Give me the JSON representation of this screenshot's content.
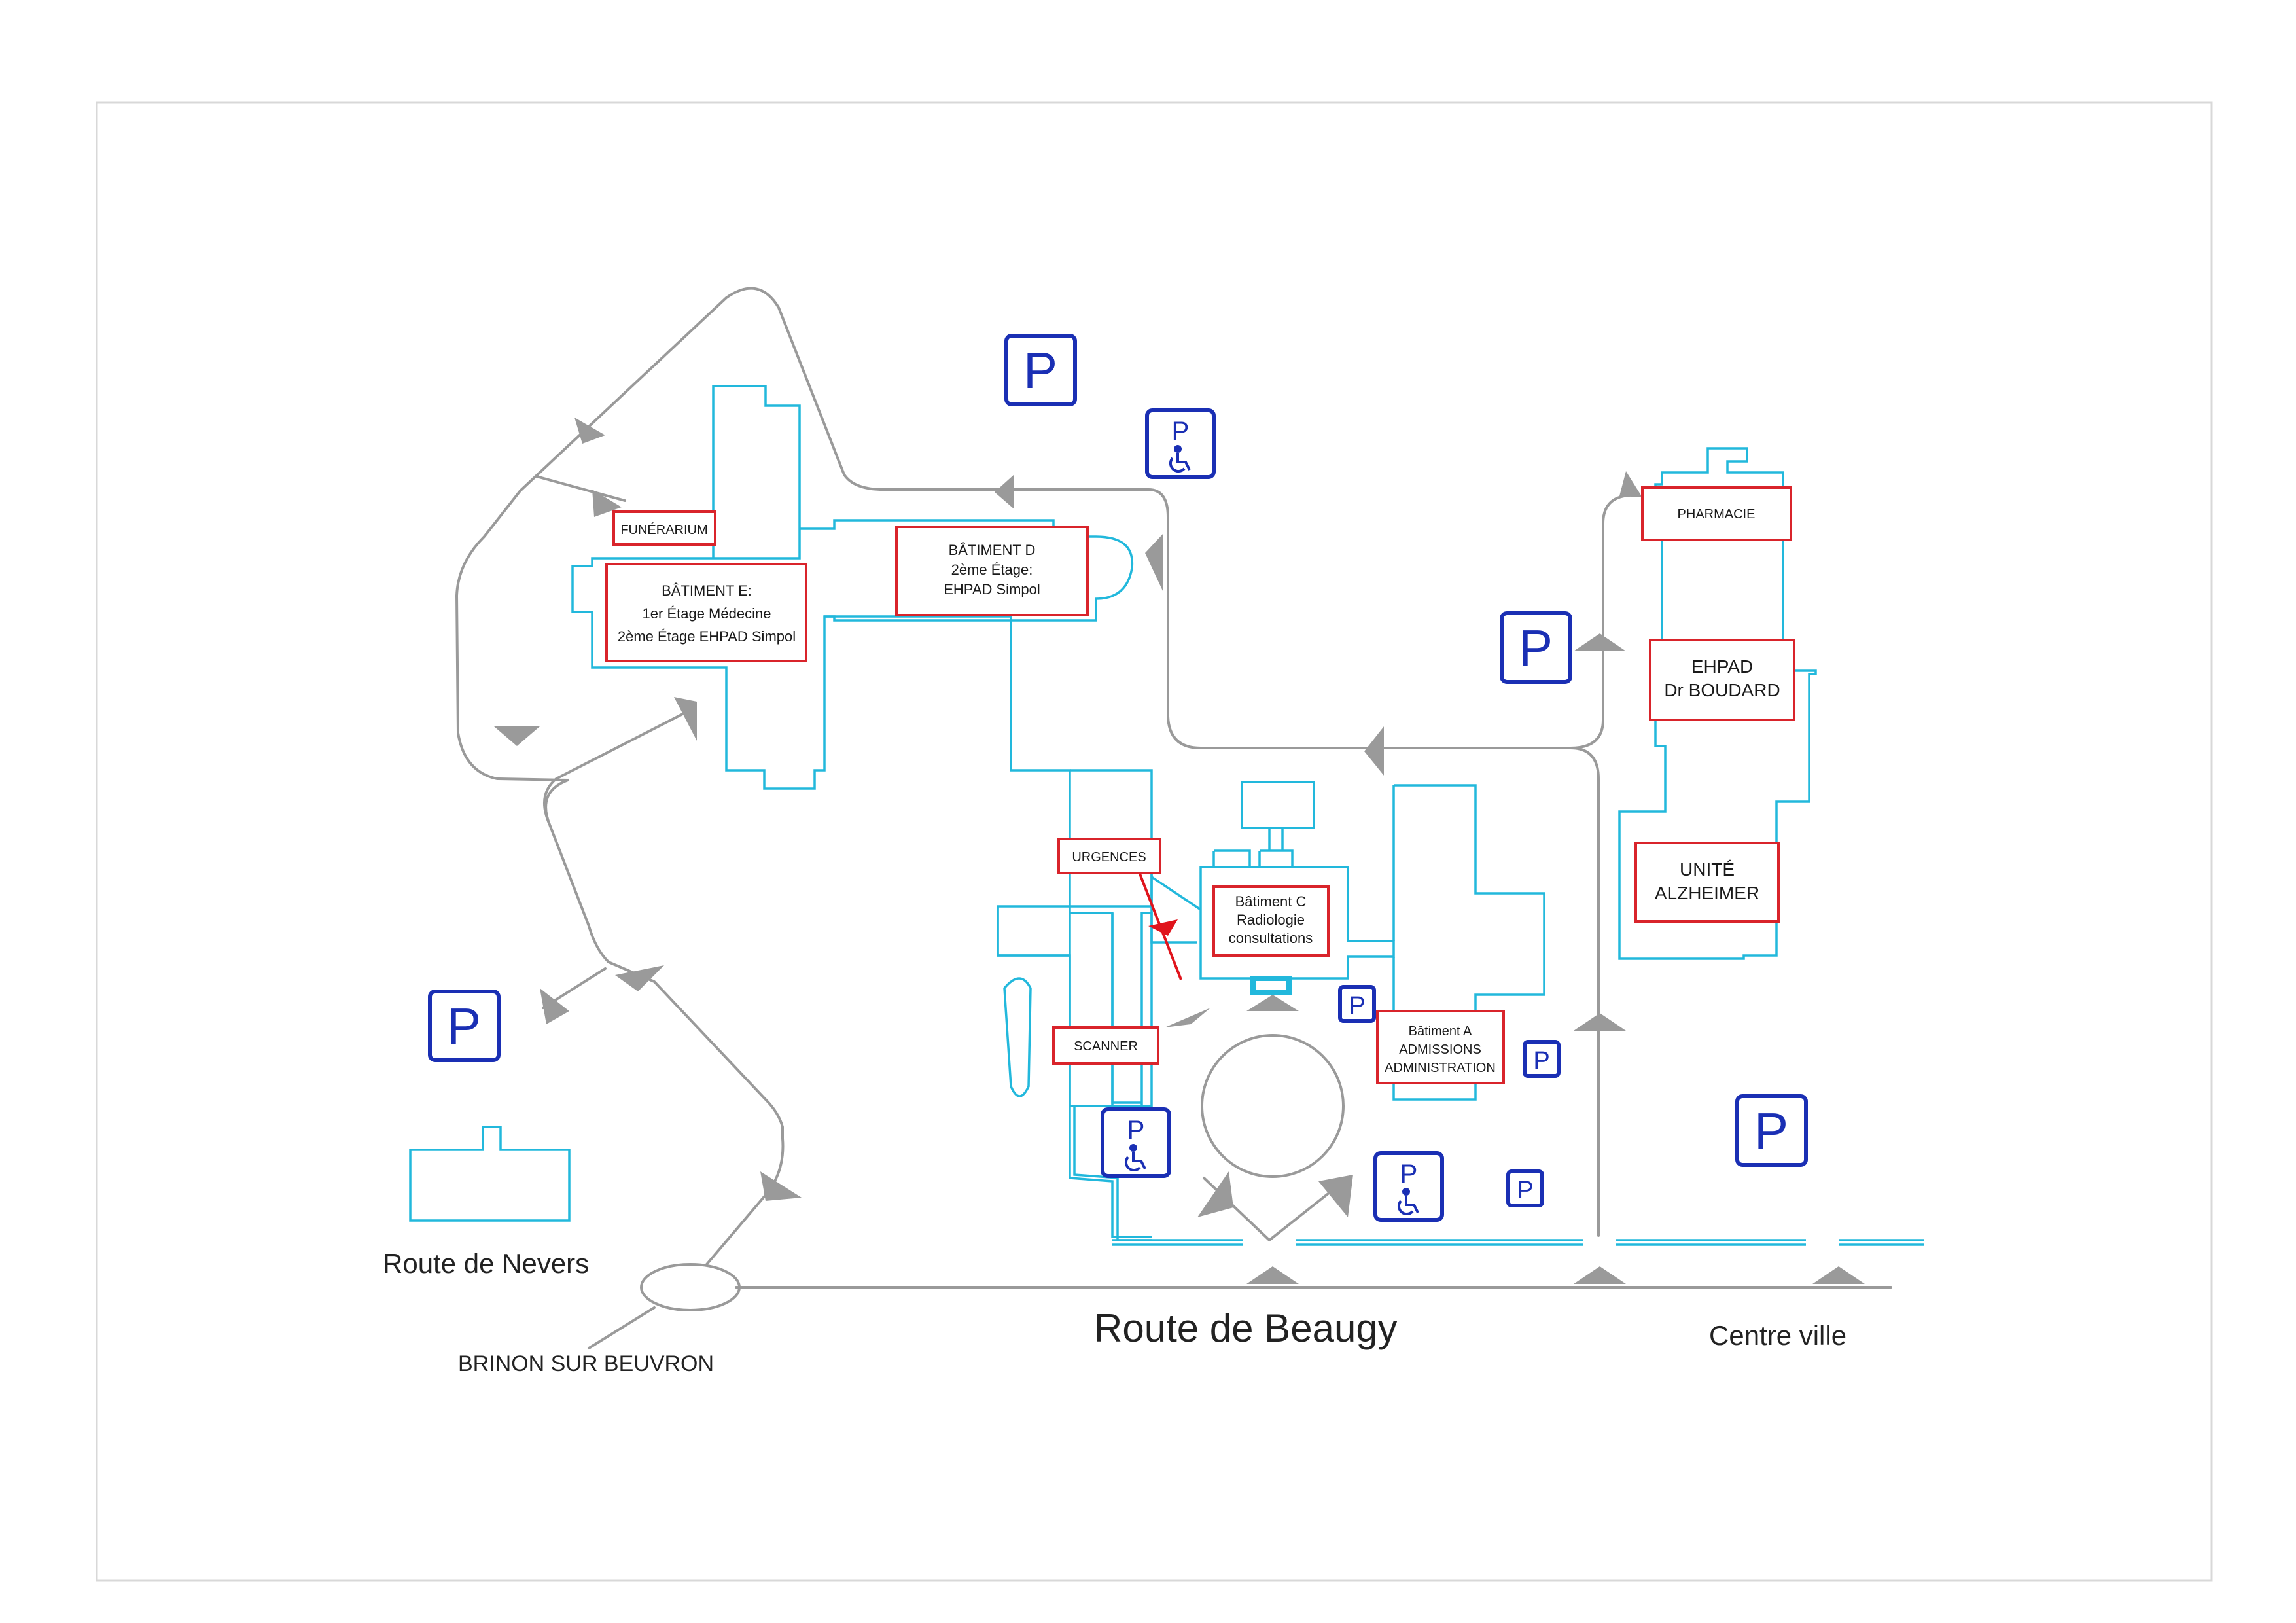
{
  "labels": {
    "funerarium": "FUNÉRARIUM",
    "batiment_e": [
      "BÂTIMENT E:",
      "1er Étage Médecine",
      "2ème Étage EHPAD Simpol"
    ],
    "batiment_d": [
      "BÂTIMENT D",
      "2ème Étage:",
      "EHPAD Simpol"
    ],
    "pharmacie": "PHARMACIE",
    "ehpad_boudard": [
      "EHPAD",
      "Dr BOUDARD"
    ],
    "unite_alzheimer": [
      "UNITÉ",
      "ALZHEIMER"
    ],
    "urgences": "URGENCES",
    "batiment_c": [
      "Bâtiment C",
      "Radiologie",
      "consultations"
    ],
    "scanner": "SCANNER",
    "batiment_a": [
      "Bâtiment A",
      "ADMISSIONS",
      "ADMINISTRATION"
    ]
  },
  "parking": {
    "letter": "P"
  },
  "roads": {
    "nevers": "Route  de  Nevers",
    "beaugy": "Route  de  Beaugy",
    "brinon": "BRINON SUR BEUVRON",
    "centre": "Centre ville"
  },
  "colors": {
    "building": "#22b8dc",
    "label_border": "#d9242b",
    "parking": "#1a2fb4",
    "road": "#9a9a9a",
    "marker": "#e0141c"
  }
}
